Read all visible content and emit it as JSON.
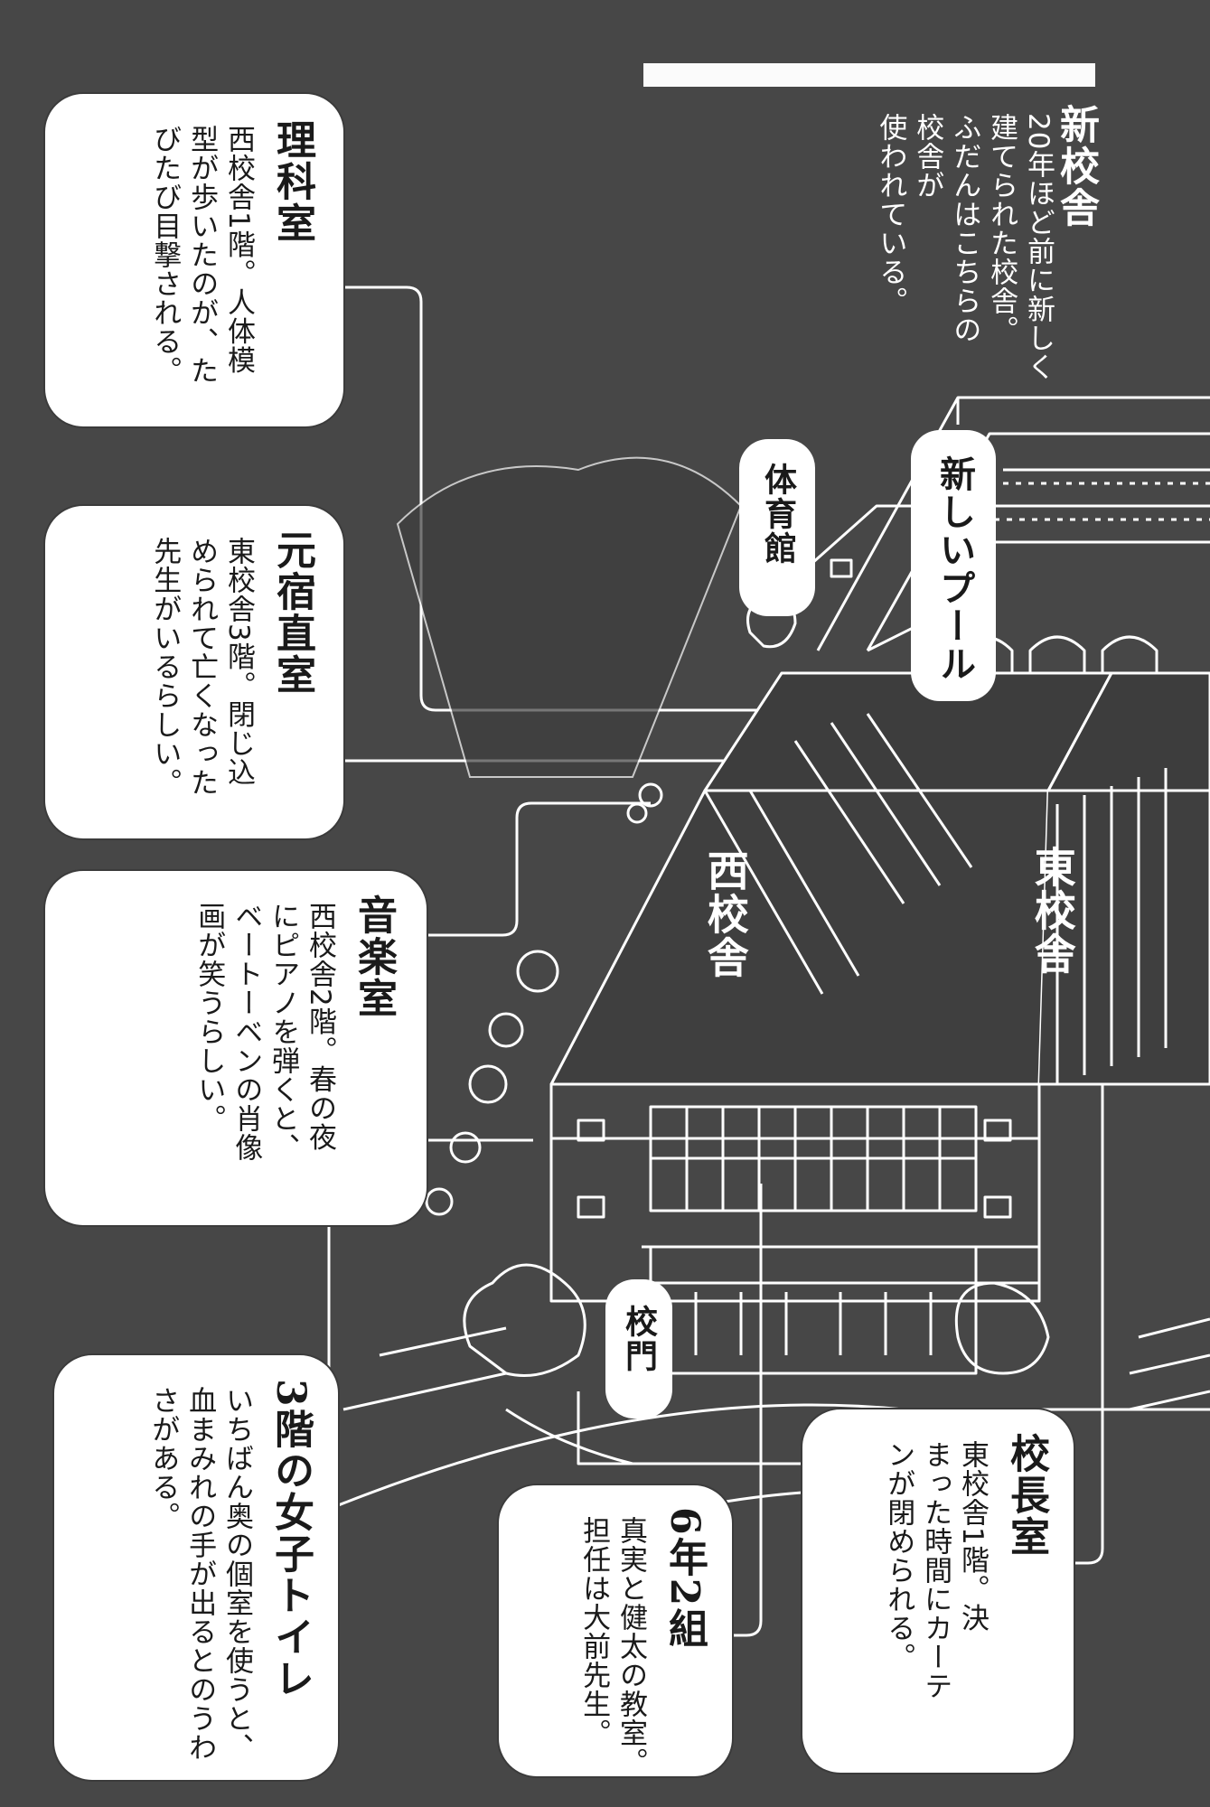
{
  "colors": {
    "background": "#474747",
    "card": "#ffffff",
    "text": "#1a1a1a",
    "line": "#ffffff"
  },
  "header_bar": {
    "color": "#ffffff"
  },
  "shinkousha": {
    "title": "新校舎",
    "text": "20年ほど前に新しく\n建てられた校舎。\nふだんはこちらの\n校舎が\n使われている。"
  },
  "rikashitsu": {
    "title": "理科室",
    "text": "西校舎1階。人体模\n型が歩いたのが、た\nびたび目撃される。"
  },
  "motoshukuchokushitsu": {
    "title": "元宿直室",
    "text": "東校舎3階。閉じ込\nめられて亡くなった\n先生がいるらしい。"
  },
  "ongakushitsu": {
    "title": "音楽室",
    "text": "西校舎2階。春の夜\nにピアノを弾くと、\nベートーベンの肖像\n画が笑うらしい。"
  },
  "joshi_toilet": {
    "title": "3階の女子トイレ",
    "text": "いちばん奥の個室を使うと、\n血まみれの手が出るとのうわ\nさがある。"
  },
  "rokunen_nikumi": {
    "title": "6年2組",
    "text": "真実と健太の教室。\n担任は大前先生。"
  },
  "kouchoushitsu": {
    "title": "校長室",
    "text": "東校舎1階。決\nまった時間にカーテ\nンが閉められる。"
  },
  "map_labels": {
    "taiikukan": "体育館",
    "atarashii_pool": "新しいプール",
    "nishi_kousha": "西校舎",
    "higashi_kousha": "東校舎",
    "koumon": "校門"
  }
}
